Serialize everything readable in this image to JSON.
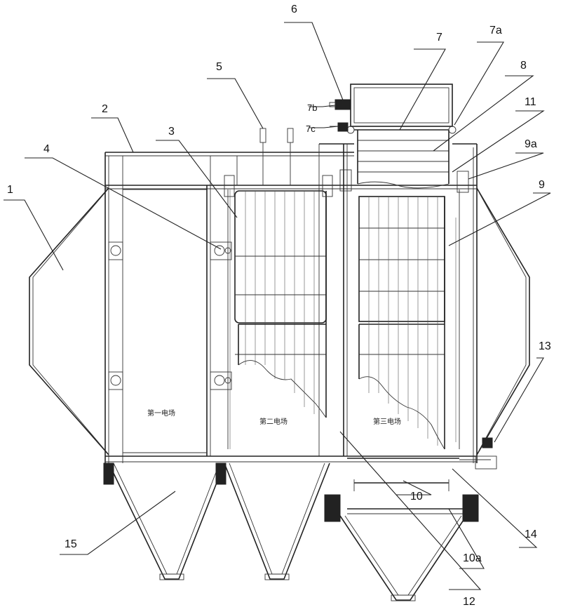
{
  "labels": {
    "l1": "1",
    "l2": "2",
    "l3": "3",
    "l4": "4",
    "l5": "5",
    "l6": "6",
    "l7": "7",
    "l7a": "7a",
    "l7b": "7b",
    "l7c": "7c",
    "l8": "8",
    "l9": "9",
    "l9a": "9a",
    "l10": "10",
    "l10a": "10a",
    "l11": "11",
    "l12": "12",
    "l13": "13",
    "l14": "14",
    "l15": "15"
  },
  "zones": {
    "field1": "第一电场",
    "field2": "第二电场",
    "field3": "第三电场"
  }
}
